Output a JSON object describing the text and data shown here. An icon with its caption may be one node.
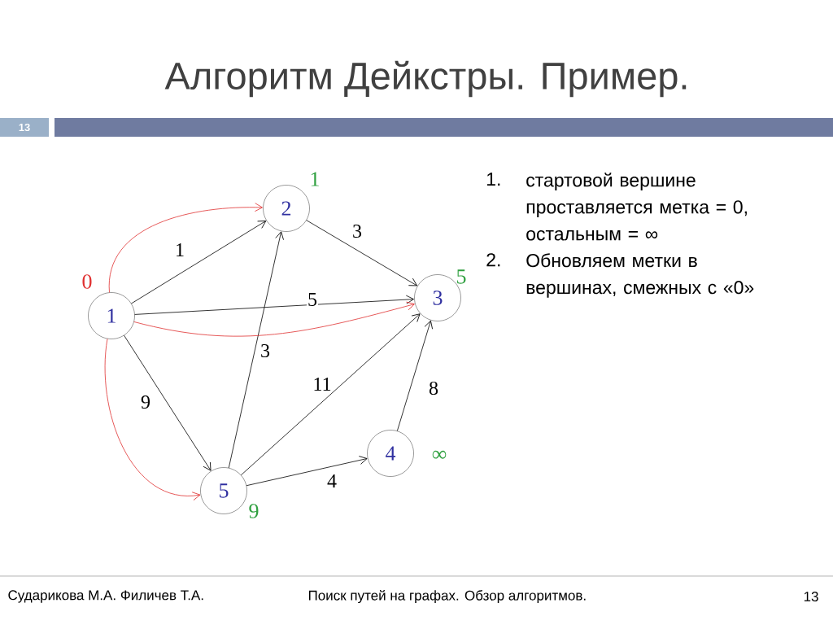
{
  "diagram": {
    "title": "Алгоритм Дейкстры. Пример.",
    "nodes": [
      {
        "text": [
          "1"
        ],
        "beside": [
          "0"
        ]
      },
      {
        "text": [
          "2"
        ],
        "beside": [
          "1"
        ]
      },
      {
        "text": [
          "3"
        ],
        "beside": [
          "5"
        ]
      },
      {
        "text": [
          "4"
        ],
        "beside": [
          "∞"
        ]
      },
      {
        "text": [
          "5"
        ],
        "beside": [
          "9"
        ]
      }
    ],
    "edges": [
      {
        "from": 0,
        "to": 1,
        "arrow": "to",
        "label": "1"
      },
      {
        "from": 1,
        "to": 2,
        "arrow": "to",
        "label": "3"
      },
      {
        "from": 0,
        "to": 2,
        "arrow": "to",
        "label": "5"
      },
      {
        "from": 4,
        "to": 1,
        "arrow": "to",
        "label": "3"
      },
      {
        "from": 0,
        "to": 4,
        "arrow": "to",
        "label": "9"
      },
      {
        "from": 4,
        "to": 2,
        "arrow": "to",
        "label": "11"
      },
      {
        "from": 4,
        "to": 3,
        "arrow": "to",
        "label": "4"
      },
      {
        "from": 3,
        "to": 2,
        "arrow": "to",
        "label": "8"
      },
      {
        "from": 0,
        "to": 1,
        "arrow": "to",
        "color": "#e03030"
      },
      {
        "from": 0,
        "to": 2,
        "arrow": "to",
        "color": "#e03030"
      },
      {
        "from": 0,
        "to": 4,
        "arrow": "to",
        "color": "#e03030"
      }
    ],
    "labels": [
      "13",
      "1.",
      "стартовой вершине проставляется метка = 0, остальным  = ∞",
      "2.",
      "Обновляем метки в вершинах, смежных с «0»",
      "Сударикова М.А.  Филичев Т.А.",
      "Поиск путей на графах. Обзор алгоритмов.",
      "13"
    ]
  }
}
